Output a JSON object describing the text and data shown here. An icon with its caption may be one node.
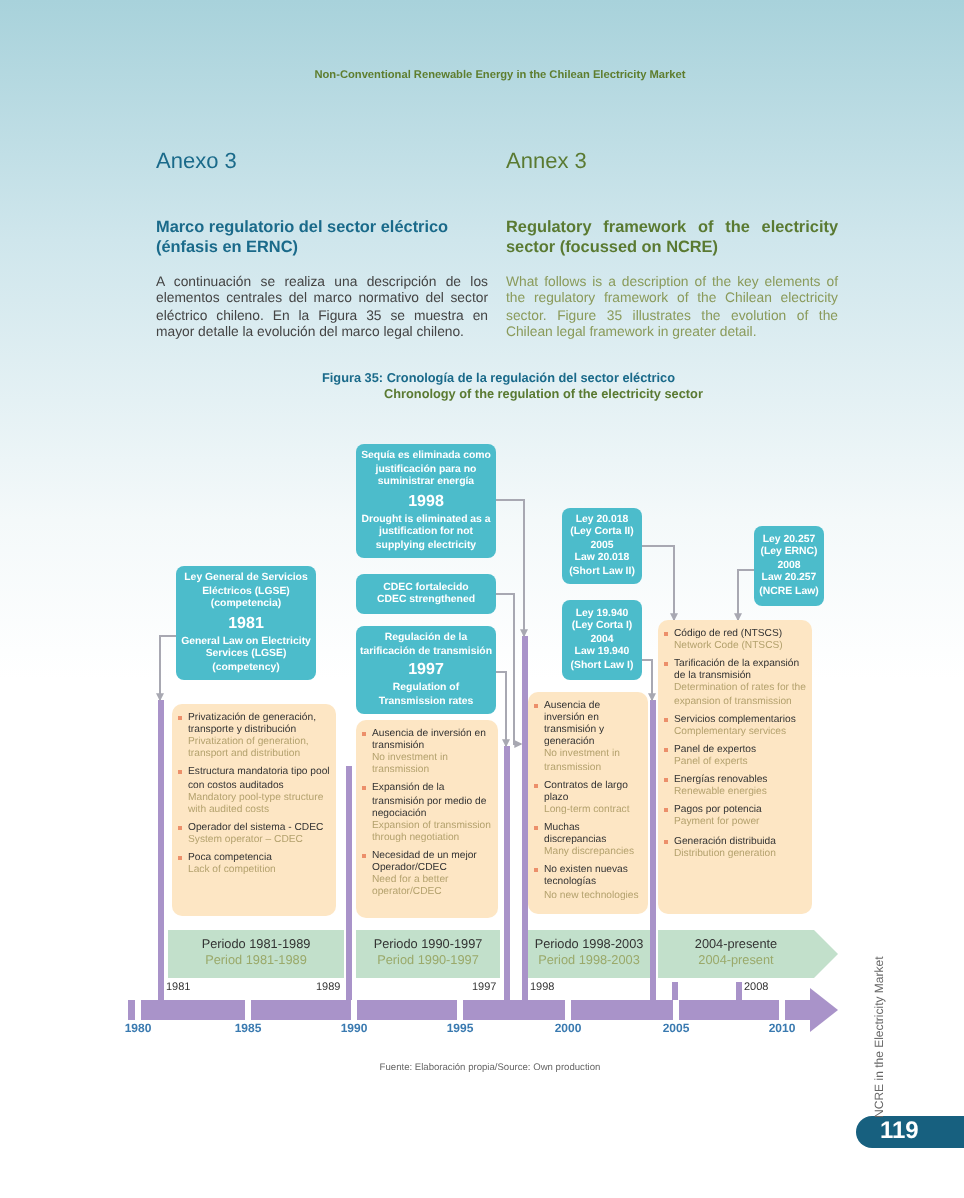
{
  "diagram": {
    "nodes": [
      {
        "text": [
          "Ley General de Servicios Eléctricos (LGSE) (competencia)",
          "1981",
          "General Law on Electricity Services (LGSE) (competency)"
        ]
      },
      {
        "text": [
          "Sequía es eliminada como justificación para no suministrar energía",
          "1998",
          "Drought is eliminated as a justification for not supplying electricity"
        ]
      },
      {
        "text": [
          "CDEC fortalecido",
          "CDEC strengthened"
        ]
      },
      {
        "text": [
          "Regulación de la tarificación de transmisión",
          "1997",
          "Regulation of Transmission rates"
        ]
      },
      {
        "text": [
          "Ley 20.018 (Ley Corta II)",
          "2005",
          "Law 20.018 (Short Law II)"
        ]
      },
      {
        "text": [
          "Ley 19.940 (Ley Corta I)",
          "2004",
          "Law 19.940 (Short Law I)"
        ]
      },
      {
        "text": [
          "Ley 20.257 (Ley ERNC)",
          "2008",
          "Law 20.257 (NCRE Law)"
        ]
      },
      {
        "text": [
          "Privatización de generación, transporte y distribución",
          "Privatization of generation, transport and distribution",
          "Estructura mandatoria tipo pool con costos auditados",
          "Mandatory pool-type structure with audited costs",
          "Operador del sistema - CDEC",
          "System operator – CDEC",
          "Poca competencia",
          "Lack of competition"
        ]
      },
      {
        "text": [
          "Ausencia de inversión en transmisión",
          "No investment in transmission",
          "Expansión de la transmisión por medio de negociación",
          "Expansion of transmission through negotiation",
          "Necesidad de un mejor Operador/CDEC",
          "Need for a better operator/CDEC"
        ]
      },
      {
        "text": [
          "Ausencia de inversión en transmisión y generación",
          "No investment in transmission",
          "Contratos de largo plazo",
          "Long-term contract",
          "Muchas discrepancias",
          "Many discrepancies",
          "No existen nuevas tecnologías",
          "No new technologies"
        ]
      },
      {
        "text": [
          "Código de red (NTSCS)",
          "Network Code (NTSCS)",
          "Tarificación de la expansión de la transmisión",
          "Determination of rates for the expansion of transmission",
          "Servicios complementarios",
          "Complementary services",
          "Panel de expertos",
          "Panel of experts",
          "Energías renovables",
          "Renewable energies",
          "Pagos por potencia",
          "Payment for power",
          "Generación distribuida",
          "Distribution generation"
        ]
      },
      {
        "text": [
          "Periodo 1981-1989",
          "Period 1981-1989"
        ]
      },
      {
        "text": [
          "Periodo 1990-1997",
          "Period 1990-1997"
        ]
      },
      {
        "text": [
          "Periodo 1998-2003",
          "Period 1998-2003"
        ]
      },
      {
        "text": [
          "2004-presente",
          "2004-present"
        ]
      },
      {
        "text": [],
        "shape": "bar",
        "beside": [
          "1981"
        ]
      },
      {
        "text": [],
        "shape": "bar"
      },
      {
        "text": [],
        "shape": "bar",
        "beside": [
          "1997"
        ]
      },
      {
        "text": [],
        "shape": "bar",
        "beside": [
          "1998"
        ]
      },
      {
        "text": [],
        "shape": "bar"
      },
      {
        "text": [],
        "shape": "bar"
      },
      {
        "text": [],
        "shape": "bar",
        "beside": [
          "2008"
        ]
      }
    ],
    "edges": [
      {
        "from": 0,
        "to": 15,
        "arrow": "to"
      },
      {
        "from": 1,
        "to": 18,
        "arrow": "to"
      },
      {
        "from": 2,
        "to": 18,
        "arrow": "to"
      },
      {
        "from": 3,
        "to": 17,
        "arrow": "to"
      },
      {
        "from": 4,
        "to": 10,
        "arrow": "to"
      },
      {
        "from": 5,
        "to": 19,
        "arrow": "to"
      },
      {
        "from": 6,
        "to": 10,
        "arrow": "to"
      }
    ],
    "labels": [
      "Non-Conventional Renewable Energy in the Chilean Electricity Market",
      "Anexo 3",
      "Annex 3",
      "Marco regulatorio del sector eléctrico (énfasis en ERNC)",
      "Regulatory framework of the electricity sector (focussed on NCRE)",
      "A continuación se realiza una descripción de los elementos centrales del marco normativo del sector eléctrico chileno. En la Figura 35 se muestra en mayor detalle la evolución del marco legal chileno.",
      "What follows is a description of the key elements of the regulatory framework of the Chilean electricity sector. Figure 35 illustrates the evolution of the Chilean legal framework in greater detail.",
      "Figura 35: Cronología de la regulación del sector eléctrico",
      "Chronology of the regulation of the electricity sector",
      "1989",
      "1980",
      "1985",
      "1990",
      "1995",
      "2000",
      "2005",
      "2010",
      "Fuente: Elaboración propia/Source: Own production",
      "NCRE in the Electricity Market",
      "119"
    ]
  }
}
